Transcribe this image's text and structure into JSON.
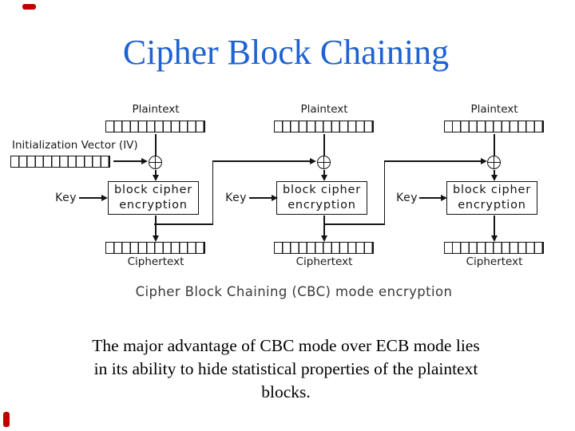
{
  "slide": {
    "title": "Cipher Block Chaining",
    "caption": "Cipher Block Chaining (CBC) mode encryption",
    "body_lines": [
      "The major advantage of CBC mode over ECB mode lies",
      "in its ability to hide statistical properties of the plaintext",
      "blocks."
    ],
    "colors": {
      "title_blue": "#1e63d1",
      "diagram_ink": "#141414",
      "accent_red": "#c00000"
    }
  },
  "diagram": {
    "iv_label": "Initialization Vector (IV)",
    "xor_symbol": "xor-plus-in-circle",
    "columns": [
      {
        "plaintext": "Plaintext",
        "key": "Key",
        "cipher_line1": "block cipher",
        "cipher_line2": "encryption",
        "ciphertext": "Ciphertext"
      },
      {
        "plaintext": "Plaintext",
        "key": "Key",
        "cipher_line1": "block cipher",
        "cipher_line2": "encryption",
        "ciphertext": "Ciphertext"
      },
      {
        "plaintext": "Plaintext",
        "key": "Key",
        "cipher_line1": "block cipher",
        "cipher_line2": "encryption",
        "ciphertext": "Ciphertext"
      }
    ]
  }
}
